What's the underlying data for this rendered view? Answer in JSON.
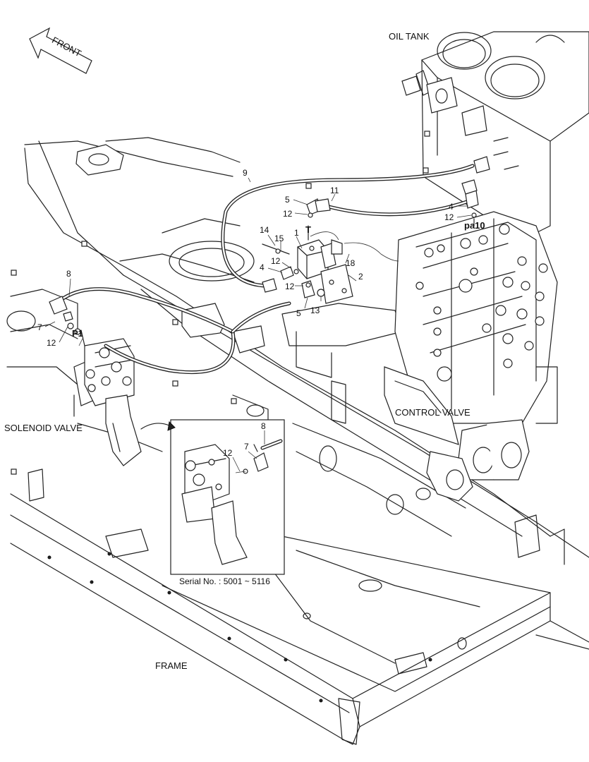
{
  "labels": {
    "front": "FRONT",
    "oil_tank": "OIL TANK",
    "solenoid_valve": "SOLENOID VALVE",
    "control_valve": "CONTROL VALVE",
    "frame": "FRAME",
    "serial_no": "Serial No. : 5001 ~ 5116",
    "port_p1": "P1",
    "port_pa10": "pa10",
    "port_t": "T"
  },
  "callouts": {
    "c1": "1",
    "c2": "2",
    "c4a": "4",
    "c4b": "4",
    "c5a": "5",
    "c5b": "5",
    "c7a": "7",
    "c7b": "7",
    "c8a": "8",
    "c8b": "8",
    "c9": "9",
    "c11": "11",
    "c12a": "12",
    "c12b": "12",
    "c12c": "12",
    "c12d": "12",
    "c12e": "12",
    "c12f": "12",
    "c13": "13",
    "c14": "14",
    "c15": "15",
    "c18": "18"
  }
}
